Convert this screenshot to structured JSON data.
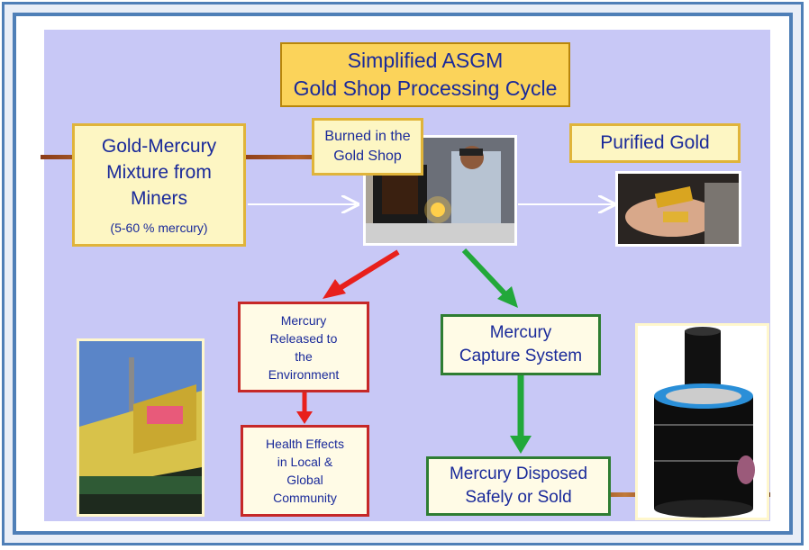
{
  "title": {
    "line1": "Simplified ASGM",
    "line2": "Gold Shop Processing Cycle"
  },
  "nodes": {
    "mixture": {
      "line1": "Gold-Mercury",
      "line2": "Mixture from",
      "line3": "Miners",
      "note": "(5-60 % mercury)"
    },
    "burned": {
      "line1": "Burned in the",
      "line2": "Gold Shop"
    },
    "purified": {
      "text": "Purified Gold"
    },
    "released": {
      "line1": "Mercury",
      "line2": "Released to",
      "line3": "the",
      "line4": "Environment"
    },
    "health": {
      "line1": "Health Effects",
      "line2": "in Local &",
      "line3": "Global",
      "line4": "Community"
    },
    "capture": {
      "line1": "Mercury",
      "line2": "Capture System"
    },
    "disposed": {
      "line1": "Mercury Disposed",
      "line2": "Safely or Sold"
    }
  },
  "photos": {
    "gold_shop": "man-burning-amalgam-photo",
    "gold_bars": "gold-bars-in-hand-photo",
    "storefront": "gold-shop-storefront-photo",
    "capture_device": "mercury-capture-device-drawing"
  },
  "colors": {
    "panel": "#c8c8f6",
    "frame": "#4f7fb7",
    "harmful_arrow": "#e8201c",
    "safe_arrow": "#22a83a",
    "title_fill": "#fbd35a",
    "text": "#1a2a9a"
  }
}
